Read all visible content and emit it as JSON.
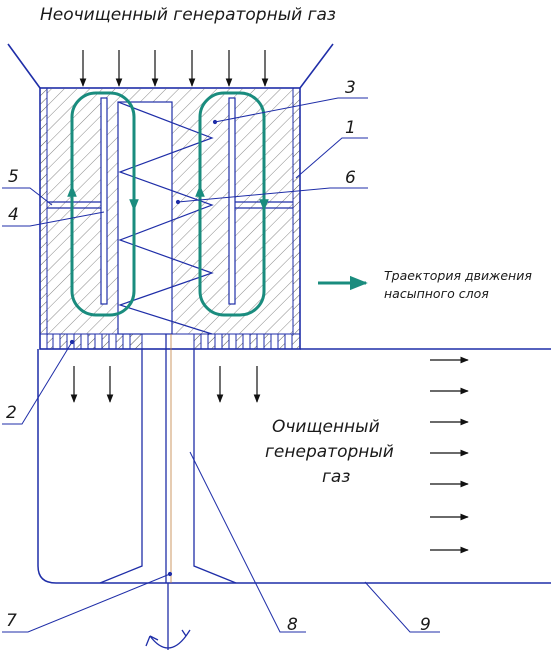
{
  "diagram": {
    "top_label": "Неочищенный генераторный газ",
    "bottom_label": [
      "Очищенный",
      "генераторный",
      "газ"
    ],
    "legend": [
      "Траектория движения",
      "насыпного слоя"
    ],
    "callouts": [
      "1",
      "2",
      "3",
      "4",
      "5",
      "6",
      "7",
      "8",
      "9"
    ],
    "colors": {
      "line": "#1f2ea8",
      "trajectory": "#1a8c7e",
      "hatch": "#777777",
      "text": "#1a1a1a"
    },
    "icons": [
      "rotation-arrow-icon",
      "flow-arrow-icon"
    ]
  }
}
